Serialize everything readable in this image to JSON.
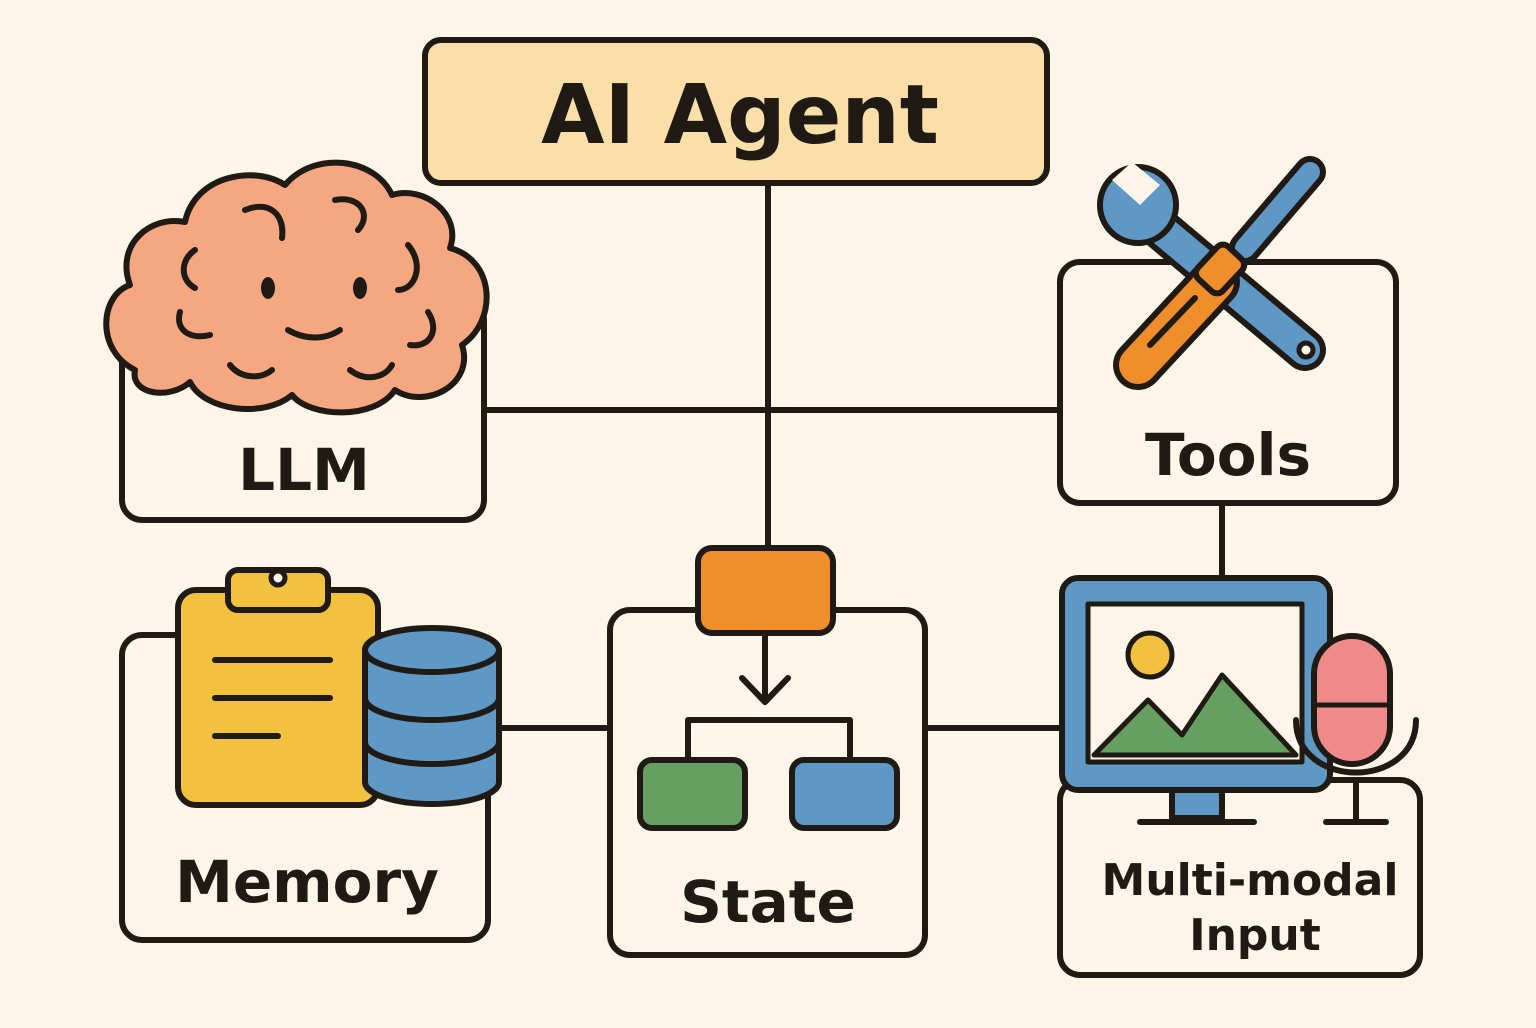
{
  "diagram": {
    "title": "AI Agent",
    "nodes": {
      "llm": {
        "label": "LLM",
        "icon": "brain-icon"
      },
      "tools": {
        "label": "Tools",
        "icon": "wrench-screwdriver-icon"
      },
      "memory": {
        "label": "Memory",
        "icon": "clipboard-database-icon"
      },
      "state": {
        "label": "State",
        "icon": "flowchart-icon"
      },
      "multimodal": {
        "label_line1": "Multi-modal",
        "label_line2": "Input",
        "icon": "monitor-microphone-icon"
      }
    },
    "edges": [
      [
        "title",
        "state"
      ],
      [
        "llm",
        "tools"
      ],
      [
        "tools",
        "multimodal"
      ],
      [
        "memory",
        "state"
      ],
      [
        "state",
        "multimodal"
      ]
    ]
  },
  "colors": {
    "background": "#fdf5e8",
    "title_fill": "#fae0a8",
    "outline": "#1f1a14",
    "brain": "#f4a780",
    "orange": "#f08e2c",
    "green": "#66a060",
    "blue": "#5f98c4",
    "yellow": "#f2c23e",
    "pink": "#ee8a8a"
  }
}
